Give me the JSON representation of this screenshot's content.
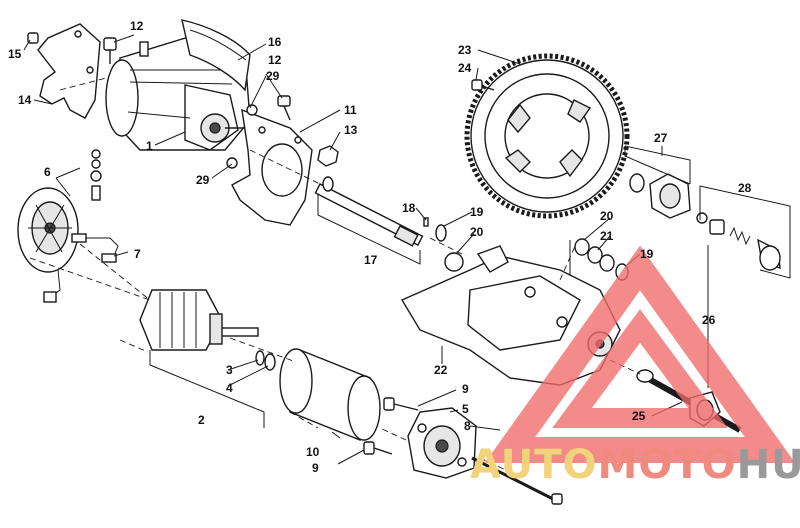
{
  "diagram": {
    "callouts": [
      "1",
      "2",
      "3",
      "4",
      "5",
      "6",
      "7",
      "8",
      "9",
      "9",
      "10",
      "11",
      "12",
      "12",
      "13",
      "14",
      "15",
      "16",
      "17",
      "18",
      "19",
      "19",
      "20",
      "20",
      "21",
      "22",
      "23",
      "24",
      "25",
      "26",
      "27",
      "28",
      "29",
      "29"
    ]
  },
  "watermark": {
    "part1": "AUTO",
    "part2": "MOTO",
    "part3": "HUB",
    "colors": {
      "auto": "#f2d27a",
      "moto": "#f08a7e",
      "hub": "#9a9a9a",
      "triangle": "#f26b6b"
    }
  }
}
